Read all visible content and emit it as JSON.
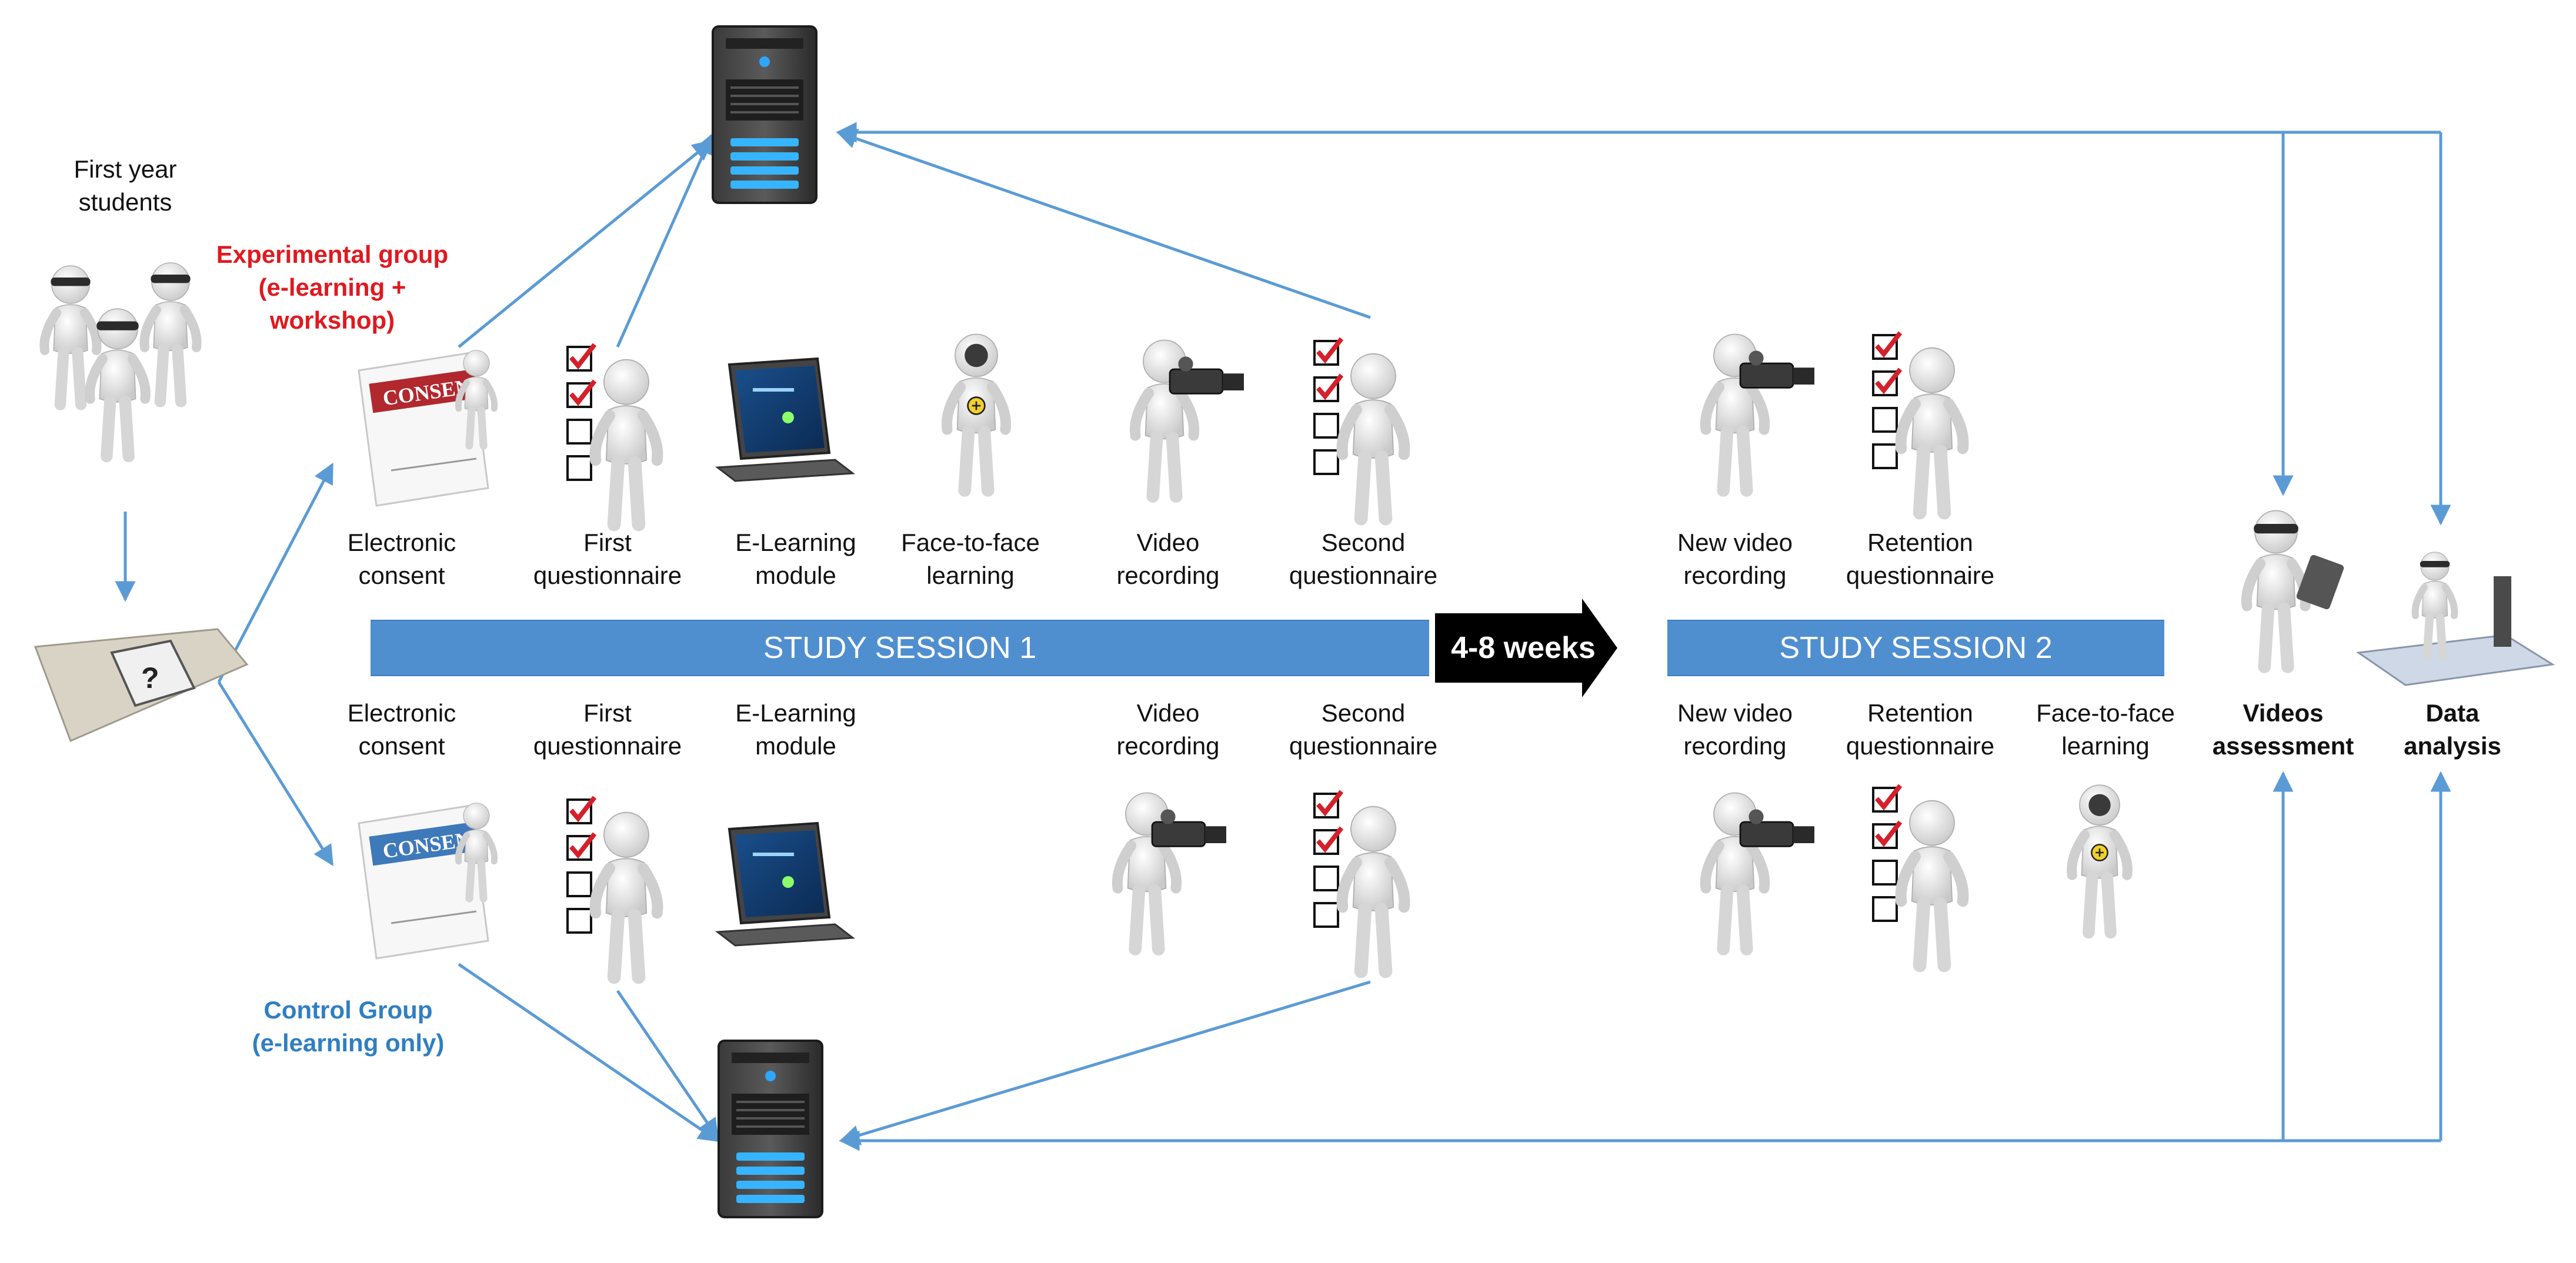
{
  "colors": {
    "flow_arrow": "#5b9bd5",
    "session_bar": "#4f8fd0",
    "experimental_group": "#e0191f",
    "control_group": "#2f7fc2",
    "weeks_arrow": "#000000",
    "check_mark": "#d4202a"
  },
  "participants": {
    "title_line1": "First year",
    "title_line2": "students",
    "icon": "stick-figure-students-icon",
    "randomization_icon": "dice-on-envelope-icon"
  },
  "experimental_group": {
    "title_line1": "Experimental group",
    "title_line2": "(e-learning +",
    "title_line3": "workshop)"
  },
  "control_group": {
    "title_line1": "Control Group",
    "title_line2": "(e-learning only)"
  },
  "session1": {
    "label": "STUDY SESSION 1"
  },
  "interval": {
    "label": "4-8 weeks"
  },
  "session2": {
    "label": "STUDY SESSION 2"
  },
  "top_steps": [
    {
      "line1": "Electronic",
      "line2": "consent",
      "icon": "consent-form-icon"
    },
    {
      "line1": "First",
      "line2": "questionnaire",
      "icon": "checklist-figure-icon"
    },
    {
      "line1": "E-Learning",
      "line2": "module",
      "icon": "laptop-icon"
    },
    {
      "line1": "Face-to-face",
      "line2": "learning",
      "icon": "radiation-suit-figure-icon"
    },
    {
      "line1": "Video",
      "line2": "recording",
      "icon": "video-camera-figure-icon"
    },
    {
      "line1": "Second",
      "line2": "questionnaire",
      "icon": "checklist-figure-icon"
    },
    {
      "line1": "New video",
      "line2": "recording",
      "icon": "video-camera-figure-icon"
    },
    {
      "line1": "Retention",
      "line2": "questionnaire",
      "icon": "checklist-figure-icon"
    }
  ],
  "bottom_steps": [
    {
      "line1": "Electronic",
      "line2": "consent",
      "icon": "consent-form-icon"
    },
    {
      "line1": "First",
      "line2": "questionnaire",
      "icon": "checklist-figure-icon"
    },
    {
      "line1": "E-Learning",
      "line2": "module",
      "icon": "laptop-icon"
    },
    {
      "line1": "Video",
      "line2": "recording",
      "icon": "video-camera-figure-icon"
    },
    {
      "line1": "Second",
      "line2": "questionnaire",
      "icon": "checklist-figure-icon"
    },
    {
      "line1": "New video",
      "line2": "recording",
      "icon": "video-camera-figure-icon"
    },
    {
      "line1": "Retention",
      "line2": "questionnaire",
      "icon": "checklist-figure-icon"
    },
    {
      "line1": "Face-to-face",
      "line2": "learning",
      "icon": "radiation-suit-figure-icon"
    }
  ],
  "outcomes": [
    {
      "line1": "Videos",
      "line2": "assessment",
      "icon": "doctor-with-tablet-icon"
    },
    {
      "line1": "Data",
      "line2": "analysis",
      "icon": "computer-workstation-icon"
    }
  ],
  "servers": [
    {
      "icon": "server-icon"
    },
    {
      "icon": "server-icon"
    }
  ]
}
